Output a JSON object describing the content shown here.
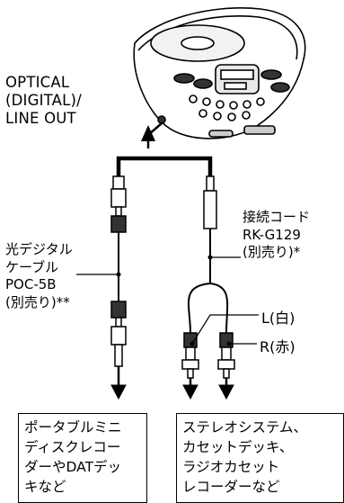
{
  "output_label": [
    "OPTICAL",
    "(DIGITAL)/",
    "LINE OUT"
  ],
  "optical_cable": [
    "光デジタル",
    "ケーブル",
    "POC-5B",
    "(別売り)**"
  ],
  "connection_cord": [
    "接続コード",
    "RK-G129",
    "(別売り)*"
  ],
  "channel_left": "L(白)",
  "channel_right": "R(赤)",
  "destination_left": [
    "ポータブルミニ",
    "ディスクレコー",
    "ダーやDATデッ",
    "キなど"
  ],
  "destination_right": [
    "ステレオシステム、",
    "カセットデッキ、",
    "ラジオカセット",
    "レコーダーなど"
  ]
}
